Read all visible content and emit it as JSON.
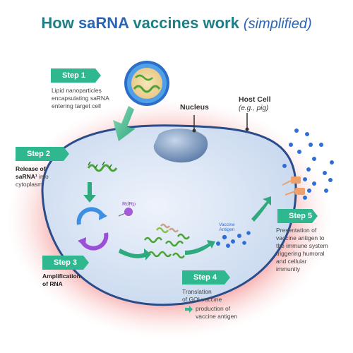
{
  "title": {
    "prefix": "How ",
    "highlight": "saRNA",
    "rest": " vaccines work ",
    "suffix": "(simplified)"
  },
  "steps": [
    {
      "label": "Step 1",
      "text_lines": [
        "Lipid nanoparticles",
        "encapsulating saRNA",
        "entering target cell"
      ]
    },
    {
      "label": "Step 2",
      "bold_line": "Release of",
      "bold2": "saRNA¹",
      "rest": " into",
      "text_lines": [
        "cytoplasm"
      ]
    },
    {
      "label": "Step 3",
      "bold_lines": [
        "Amplification",
        "of RNA"
      ]
    },
    {
      "label": "Step 4",
      "text_lines": [
        "Translation",
        "of GOI vaccine"
      ],
      "bullet": [
        "production of",
        "vaccine antigen"
      ]
    },
    {
      "label": "Step 5",
      "text_lines": [
        "Presentation of",
        "vaccine antigen to",
        "the immune system",
        "triggering humoral",
        "and cellular",
        "immunity"
      ]
    }
  ],
  "labels": {
    "nucleus": "Nucleus",
    "host_cell": "Host Cell",
    "host_cell_example": "(e.g., pig)",
    "rdrp": "RdRp",
    "vaccine_antigen": [
      "Vaccine",
      "Antigen"
    ]
  },
  "colors": {
    "step_fill": "#2fb890",
    "title_teal": "#1f7f86",
    "title_blue": "#2a66b8",
    "cell_fill": "#dde9f5",
    "rna_green": "#4aa436",
    "antigen_blue": "#2d6fd6"
  }
}
